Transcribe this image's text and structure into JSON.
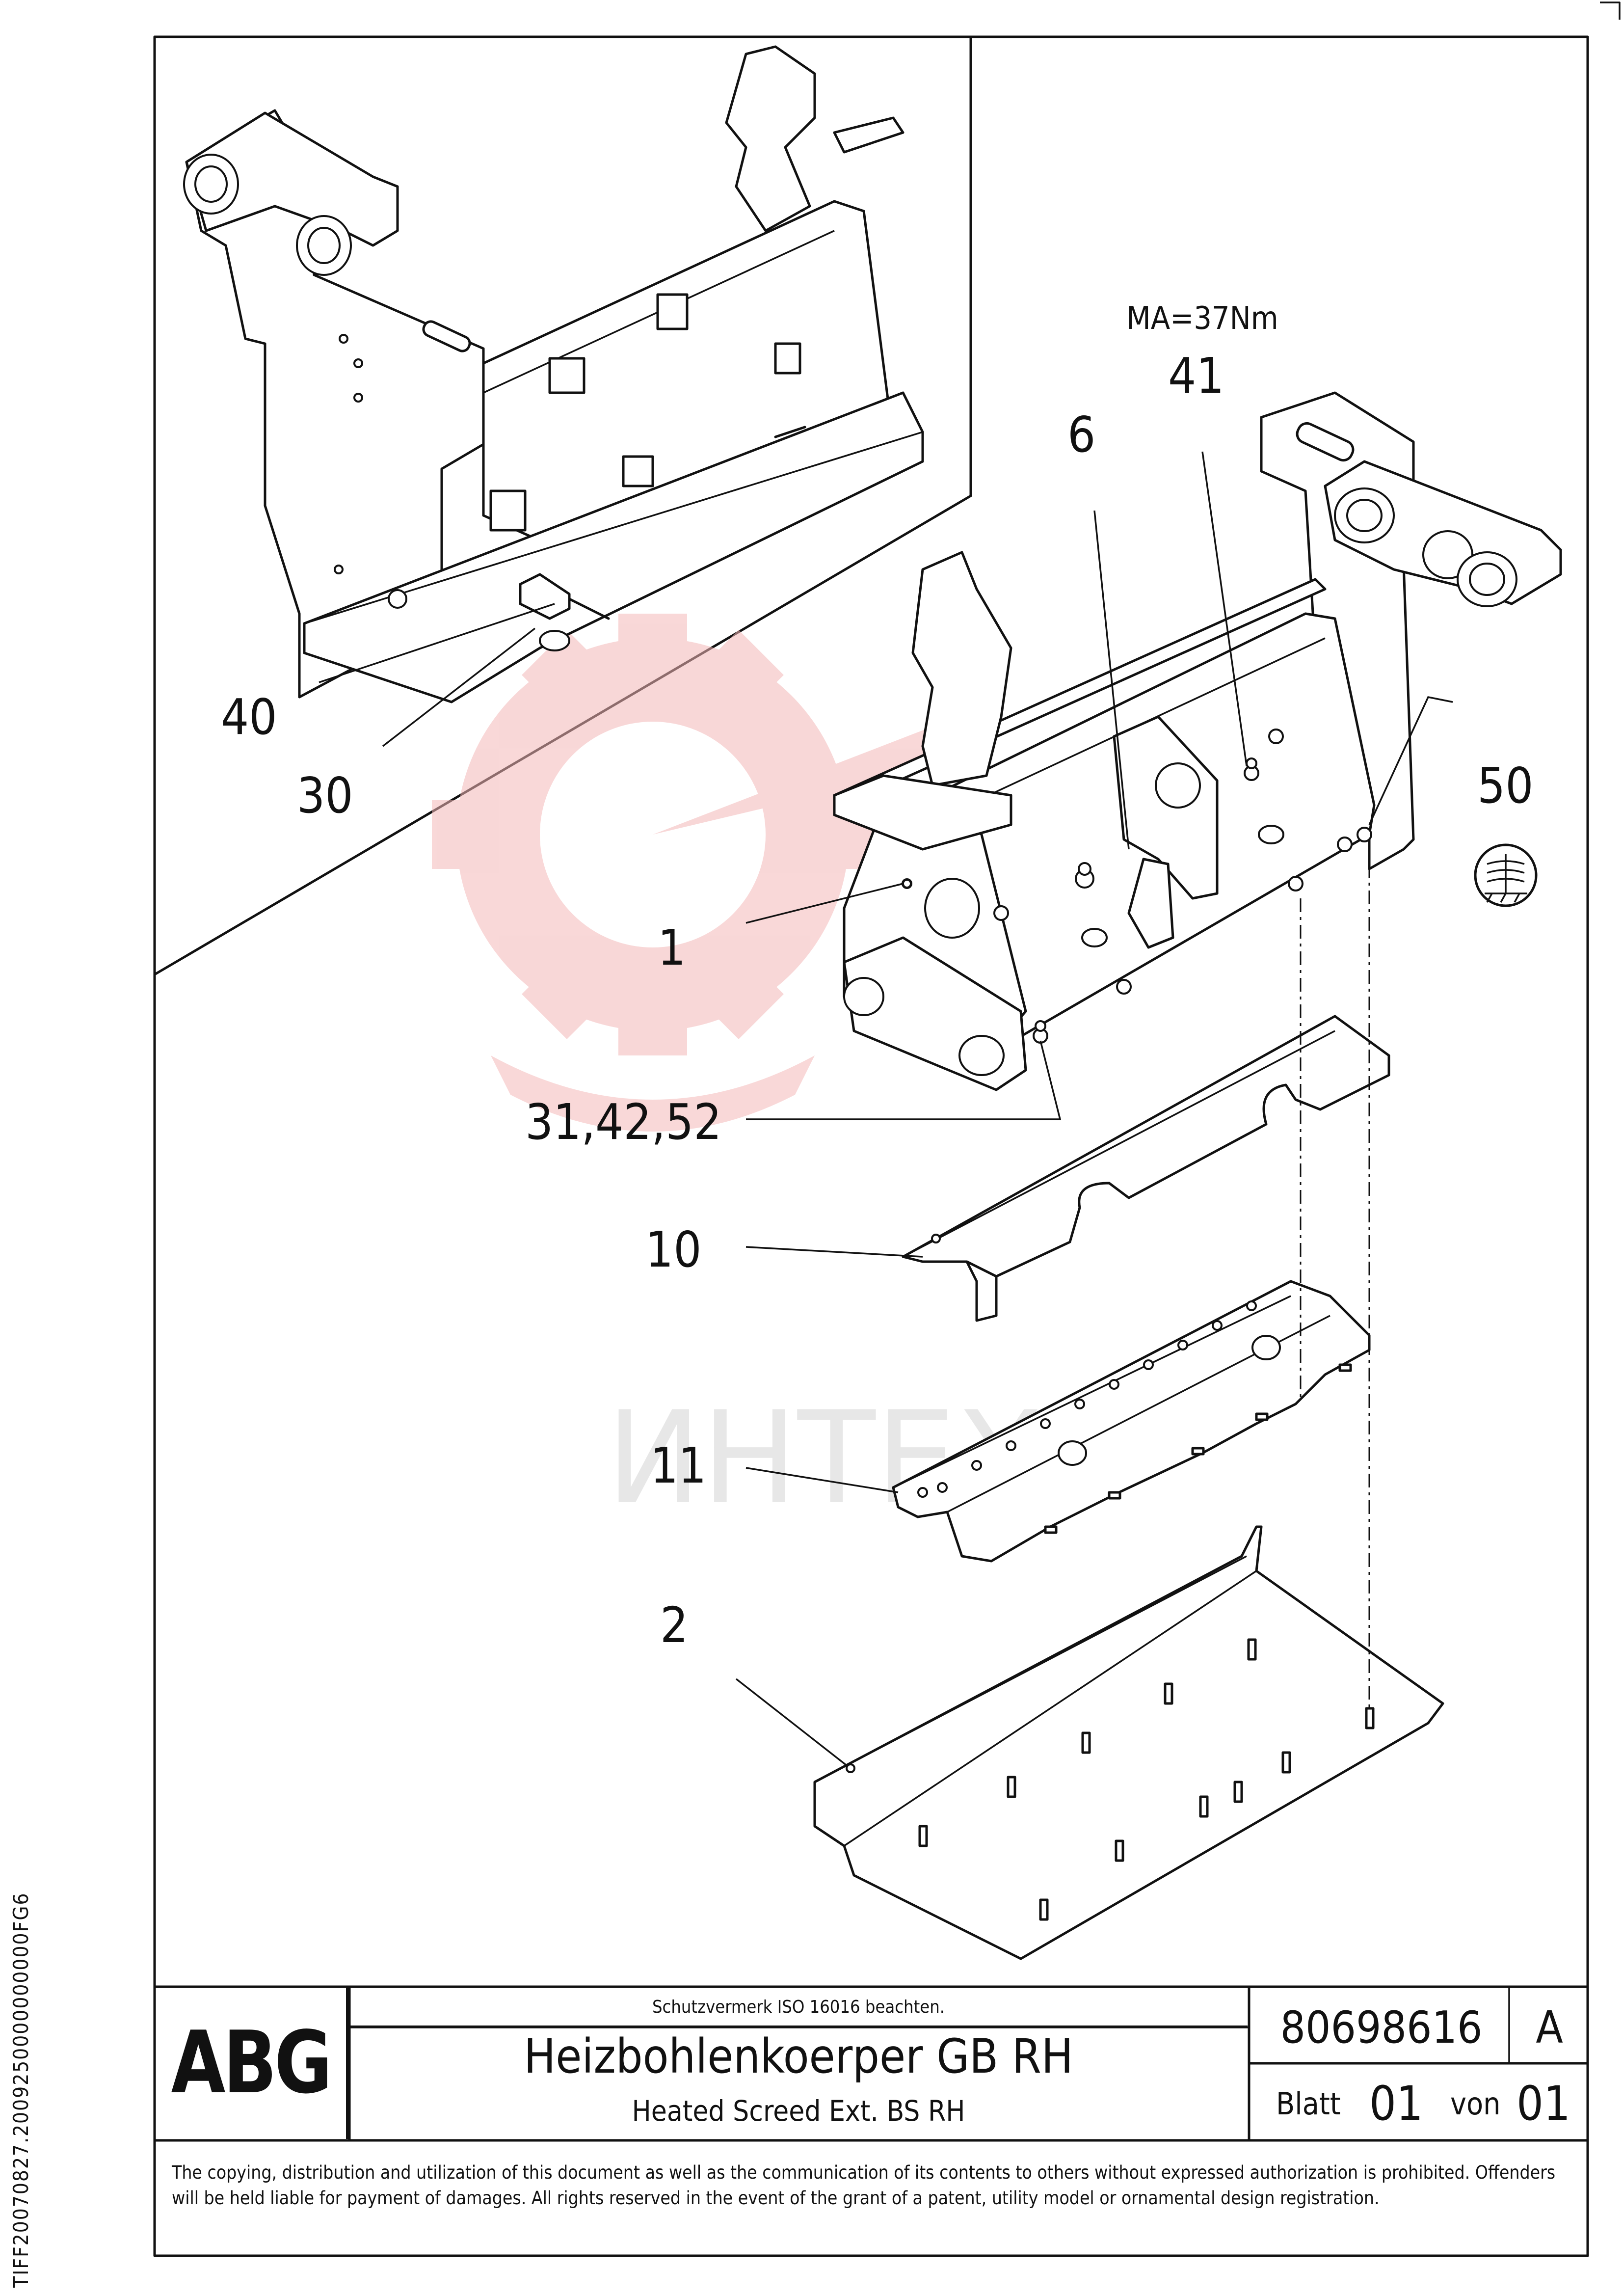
{
  "callouts": {
    "c40": "40",
    "c30": "30",
    "c6": "6",
    "c41": "41",
    "c50": "50",
    "c1": "1",
    "c31_42_52": "31,42,52",
    "c10": "10",
    "c11": "11",
    "c2": "2"
  },
  "torque_note": "MA=37Nm",
  "watermark": {
    "text": "ИНТЕХ",
    "color": "#f4b8b8"
  },
  "title_block": {
    "logo": "ABG",
    "protection_note": "Schutzvermerk ISO 16016 beachten.",
    "title_de": "Heizbohlenkoerper GB RH",
    "title_en": "Heated Screed Ext. BS RH",
    "document_number": "80698616",
    "revision": "A",
    "sheet_label": "Blatt",
    "sheet_number": "01",
    "of_label": "von",
    "total_sheets": "01"
  },
  "copyright": "The copying, distribution and utilization of this document as well as the communication of its contents to others without expressed authorization is prohibited. Offenders will be held liable for payment of damages. All rights reserved in the event of the grant of a patent, utility model or ornamental design registration.",
  "file_id": "TIFF20070827.2009250000000000FG6",
  "icons": [
    "heating-element-icon"
  ]
}
